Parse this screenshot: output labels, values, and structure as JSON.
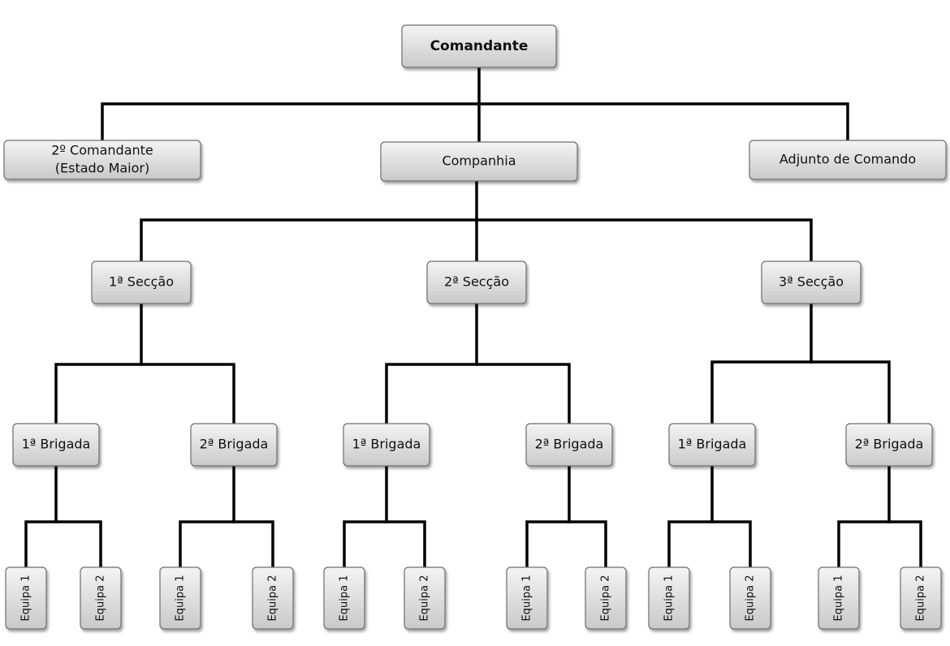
{
  "root": "Comandante",
  "level1": {
    "second_commander": "2º Comandante",
    "second_commander_sub": "(Estado Maior)",
    "company": "Companhia",
    "adjunct": "Adjunto de Comando"
  },
  "sections": [
    {
      "label": "1ª Secção",
      "brigades": [
        {
          "label": "1ª Brigada",
          "teams": [
            "Equipa 1",
            "Equipa 2"
          ]
        },
        {
          "label": "2ª Brigada",
          "teams": [
            "Equipa 1",
            "Equipa 2"
          ]
        }
      ]
    },
    {
      "label": "2ª Secção",
      "brigades": [
        {
          "label": "1ª Brigada",
          "teams": [
            "Equipa 1",
            "Equipa 2"
          ]
        },
        {
          "label": "2ª Brigada",
          "teams": [
            "Equipa 1",
            "Equipa 2"
          ]
        }
      ]
    },
    {
      "label": "3ª Secção",
      "brigades": [
        {
          "label": "1ª Brigada",
          "teams": [
            "Equipa 1",
            "Equipa 2"
          ]
        },
        {
          "label": "2ª Brigada",
          "teams": [
            "Equipa 1",
            "Equipa 2"
          ]
        }
      ]
    }
  ]
}
